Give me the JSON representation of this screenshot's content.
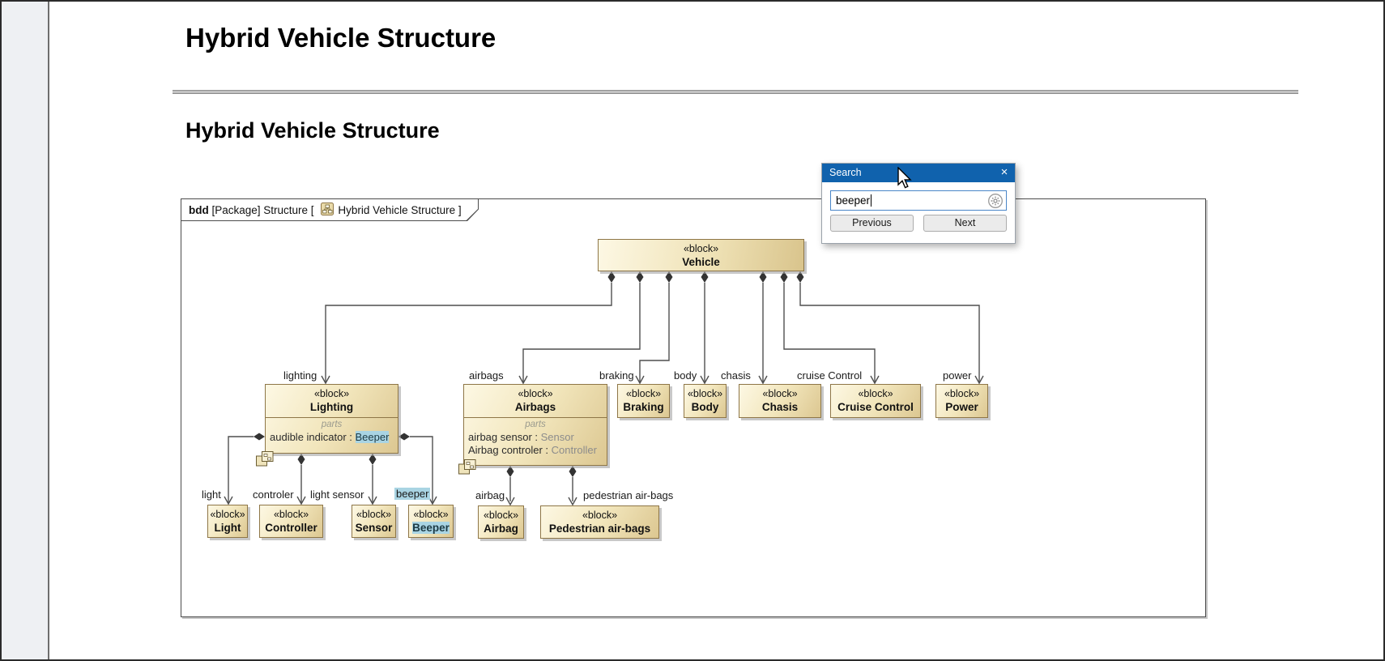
{
  "page": {
    "h1": "Hybrid Vehicle Structure",
    "h2": "Hybrid Vehicle Structure"
  },
  "frame": {
    "kind": "bdd",
    "type_label": " [Package] Structure [ ",
    "icon": "bdd-diagram-icon",
    "name": "Hybrid Vehicle Structure",
    "close": " ]"
  },
  "dialog": {
    "title": "Search",
    "close_glyph": "×",
    "close_icon": "close-icon",
    "gear_icon": "search-options-icon",
    "input_value": "beeper",
    "previous": "Previous",
    "next": "Next",
    "title_bar_color": "#1062ad"
  },
  "diagram": {
    "stereotype": "«block»",
    "parts_caption": "parts",
    "highlight_color": "#a9d4e3",
    "block_border_color": "#8e7647",
    "block_fill_light": "#fdf8e4",
    "block_fill_dark": "#dcc791",
    "connector_color": "#4f4f4f",
    "blocks": [
      {
        "name": "Vehicle"
      },
      {
        "name": "Lighting",
        "parts": [
          {
            "prop": "audible indicator : ",
            "type": "Beeper"
          }
        ]
      },
      {
        "name": "Airbags",
        "parts": [
          {
            "prop": "airbag sensor : ",
            "type": "Sensor"
          },
          {
            "prop": "Airbag controler : ",
            "type": "Controller"
          }
        ]
      },
      {
        "name": "Braking"
      },
      {
        "name": "Body"
      },
      {
        "name": "Chasis"
      },
      {
        "name": "Cruise Control"
      },
      {
        "name": "Power"
      },
      {
        "name": "Light"
      },
      {
        "name": "Controller"
      },
      {
        "name": "Sensor"
      },
      {
        "name": "Beeper"
      }
    ],
    "edge_labels": [
      {
        "text": "lighting"
      },
      {
        "text": "airbags"
      },
      {
        "text": "braking"
      },
      {
        "text": "body"
      },
      {
        "text": "chasis"
      },
      {
        "text": "cruise Control"
      },
      {
        "text": "power"
      },
      {
        "text": "light"
      },
      {
        "text": "controler"
      },
      {
        "text": "light sensor"
      },
      {
        "text": "beeper",
        "highlight": true
      },
      {
        "text": "airbag"
      },
      {
        "text": "pedestrian air-bags"
      }
    ]
  }
}
